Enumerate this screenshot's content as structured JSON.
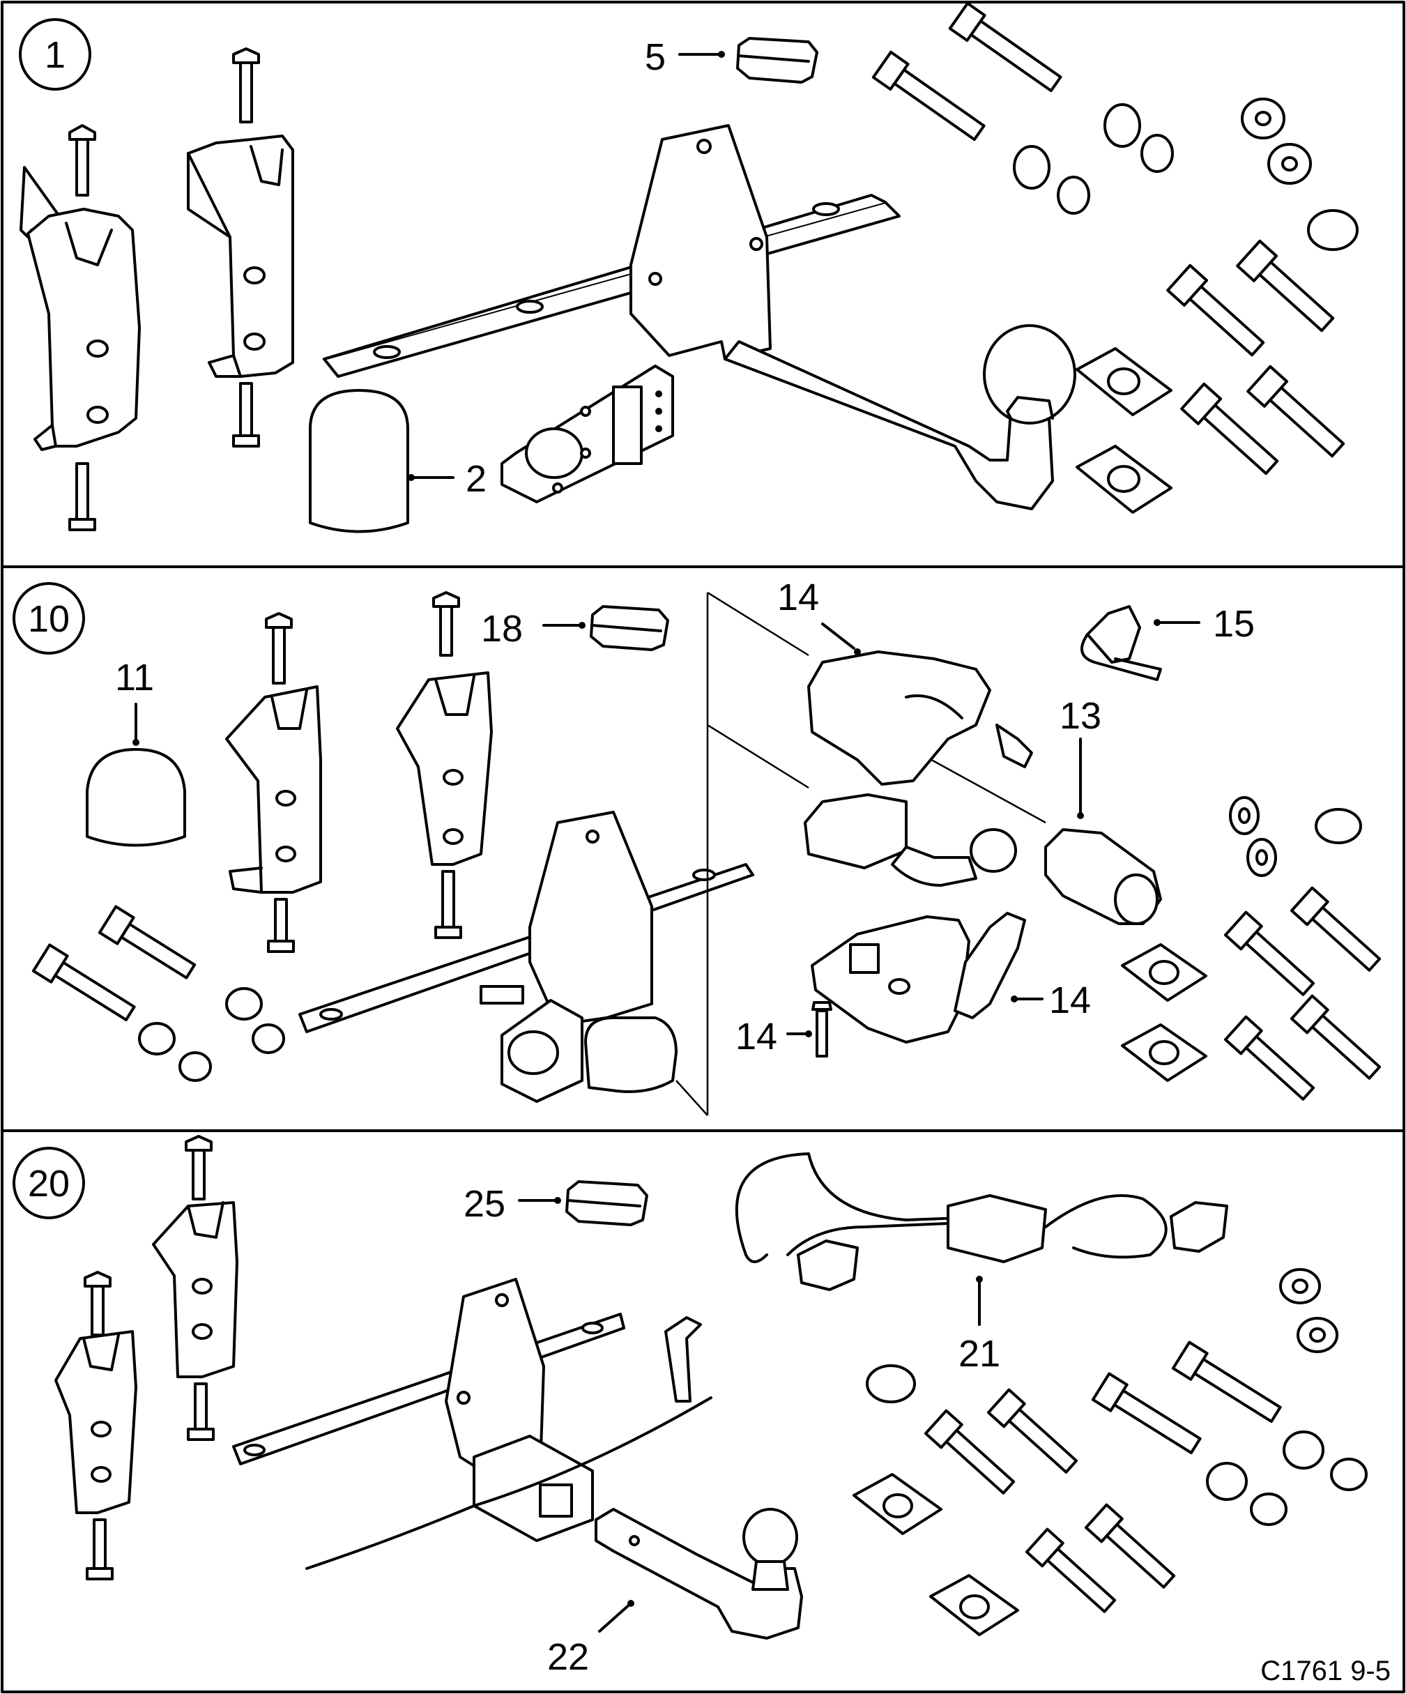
{
  "figure_code": "C1761 9-5",
  "panels": [
    {
      "group": "1",
      "labels": [
        "5",
        "2"
      ]
    },
    {
      "group": "10",
      "labels": [
        "18",
        "11",
        "14",
        "15",
        "13",
        "14",
        "14"
      ]
    },
    {
      "group": "20",
      "labels": [
        "25",
        "21",
        "22"
      ]
    }
  ]
}
